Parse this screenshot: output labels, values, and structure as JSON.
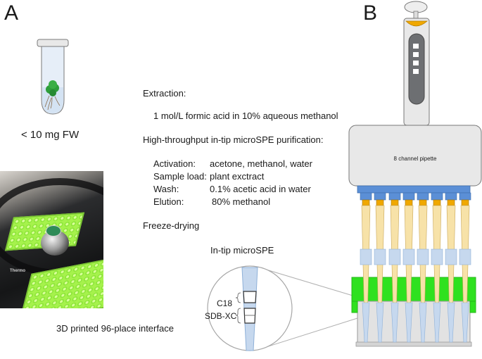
{
  "panel_a": {
    "label": "A",
    "tube_caption": "< 10 mg FW",
    "photo_brand": "Thermo",
    "photo_caption": "3D printed 96-place interface"
  },
  "panel_b": {
    "label": "B"
  },
  "protocol": {
    "extraction_heading": "Extraction:",
    "extraction_detail": "1 mol/L formic acid in 10% aqueous methanol",
    "purification_heading": "High-throughput in-tip microSPE purification:",
    "steps": [
      {
        "name": "Activation:",
        "value": "acetone, methanol, water"
      },
      {
        "name": "Sample load:",
        "value": "plant exctract"
      },
      {
        "name": "Wash:",
        "value": "0.1% acetic acid in water"
      },
      {
        "name": "Elution:",
        "value": "80% methanol"
      }
    ],
    "freeze_drying": "Freeze-drying"
  },
  "inset": {
    "title": "In-tip microSPE",
    "layer_top": "C18",
    "layer_bottom": "SDB-XC"
  },
  "pipette": {
    "body_label": "8 channel pipette",
    "channels": 8
  },
  "colors": {
    "tube_cap": "#e6e6e6",
    "plant": "#2e9e3a",
    "pipette_body": "#e8e8e8",
    "pipette_button": "#f0a800",
    "connector": "#5b8fd6",
    "tip": "#f7e2a8",
    "tip_guide": "#c6d8ee",
    "adapter_green": "#2fe11f",
    "plate": "#e2e2e2",
    "photo_plate": "#a6f24c"
  }
}
